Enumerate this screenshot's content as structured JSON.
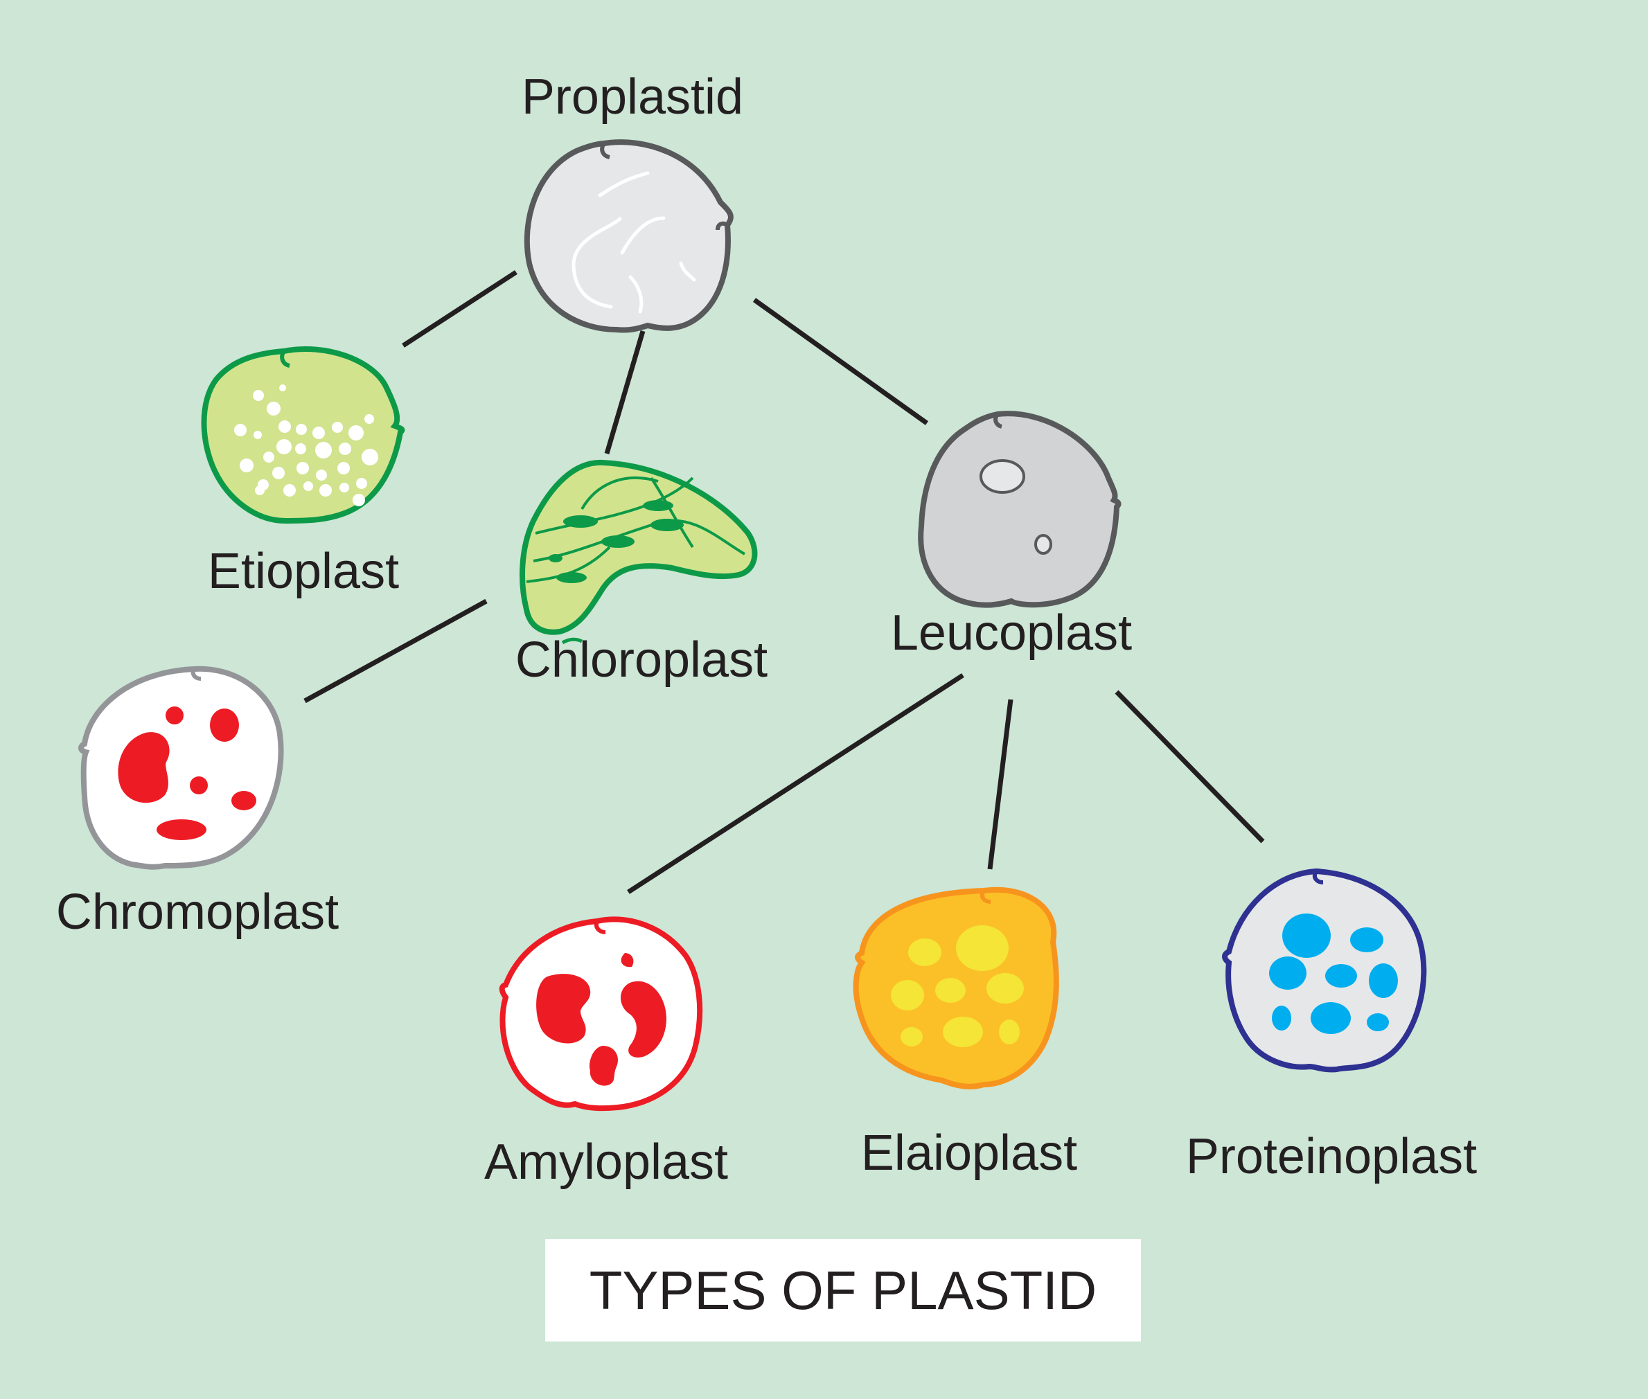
{
  "title": "TYPES OF PLASTID",
  "colors": {
    "background": "#cde6d6",
    "proplastid": "#e6e7e8",
    "etioplast": "#d2e38e",
    "chloroplast": "#d2e38e",
    "leucoplast": "#d1d3d4",
    "chromoplast": "#ffffff",
    "amyloplast": "#ffffff",
    "elaioplast": "#fbc027",
    "proteinoplast": "#e6e7e8"
  },
  "nodes": {
    "proplastid": {
      "label": "Proplastid"
    },
    "etioplast": {
      "label": "Etioplast"
    },
    "chloroplast": {
      "label": "Chloroplast"
    },
    "leucoplast": {
      "label": "Leucoplast"
    },
    "chromoplast": {
      "label": "Chromoplast"
    },
    "amyloplast": {
      "label": "Amyloplast"
    },
    "elaioplast": {
      "label": "Elaioplast"
    },
    "proteinoplast": {
      "label": "Proteinoplast"
    }
  },
  "edges": [
    [
      "proplastid",
      "etioplast"
    ],
    [
      "proplastid",
      "chloroplast"
    ],
    [
      "proplastid",
      "leucoplast"
    ],
    [
      "chloroplast",
      "chromoplast"
    ],
    [
      "leucoplast",
      "amyloplast"
    ],
    [
      "leucoplast",
      "elaioplast"
    ],
    [
      "leucoplast",
      "proteinoplast"
    ]
  ]
}
